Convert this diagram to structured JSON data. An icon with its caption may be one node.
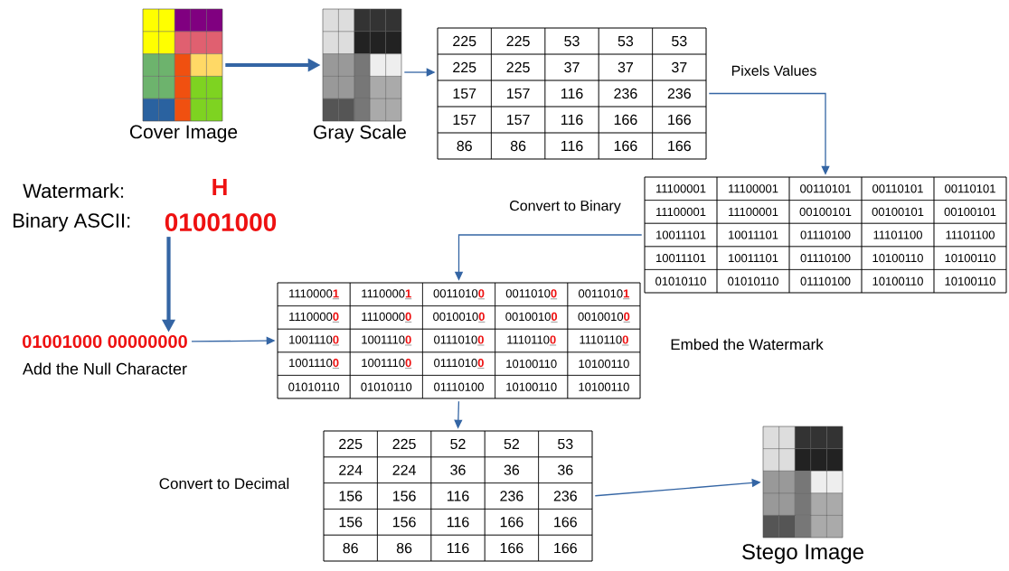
{
  "diagram": {
    "nodes": [
      {
        "text": [],
        "shape": "picture",
        "beside": [
          "Cover Image"
        ]
      },
      {
        "text": [],
        "shape": "picture",
        "beside": [
          "Gray Scale"
        ]
      },
      {
        "text": [
          "225",
          "225",
          "53",
          "53",
          "53",
          "225",
          "225",
          "37",
          "37",
          "37",
          "157",
          "157",
          "116",
          "236",
          "236",
          "157",
          "157",
          "116",
          "166",
          "166",
          "86",
          "86",
          "116",
          "166",
          "166"
        ],
        "beside": [
          "Pixels Values"
        ]
      },
      {
        "text": [
          "11100001",
          "11100001",
          "00110101",
          "00110101",
          "00110101",
          "11100001",
          "11100001",
          "00100101",
          "00100101",
          "00100101",
          "10011101",
          "10011101",
          "01110100",
          "11101100",
          "11101100",
          "10011101",
          "10011101",
          "01110100",
          "10100110",
          "10100110",
          "01010110",
          "01010110",
          "01110100",
          "10100110",
          "10100110"
        ],
        "beside": [
          "Convert to Binary"
        ]
      },
      {
        "text": [
          "01001000"
        ]
      },
      {
        "text": [
          "01001000 00000000"
        ],
        "beside": [
          "Add the Null Character"
        ]
      },
      {
        "text": [
          "1110000**1**",
          "1110000**1**",
          "0011010**0**",
          "0011010**0**",
          "0011010**1**",
          "1110000**0**",
          "1110000**0**",
          "0010010**0**",
          "0010010**0**",
          "0010010**0**",
          "1001110**0**",
          "1001110**0**",
          "0111010**0**",
          "1110110**0**",
          "1110110**0**",
          "1001110**0**",
          "1001110**0**",
          "0111010**0**",
          "10100110",
          "10100110",
          "01010110",
          "01010110",
          "01110100",
          "10100110",
          "10100110"
        ],
        "beside": [
          "Embed the Watermark"
        ]
      },
      {
        "text": [
          "225",
          "225",
          "52",
          "52",
          "53",
          "224",
          "224",
          "36",
          "36",
          "36",
          "156",
          "156",
          "116",
          "236",
          "236",
          "156",
          "156",
          "116",
          "166",
          "166",
          "86",
          "86",
          "116",
          "166",
          "166"
        ],
        "beside": [
          "Convert to Decimal"
        ]
      },
      {
        "text": [],
        "shape": "picture",
        "beside": [
          "Stego Image"
        ]
      }
    ],
    "edges": [
      {
        "from": 0,
        "to": 1,
        "arrow": "to",
        "style": "thick"
      },
      {
        "from": 1,
        "to": 2,
        "arrow": "to"
      },
      {
        "from": 2,
        "to": 3,
        "arrow": "to"
      },
      {
        "from": 3,
        "to": 6,
        "arrow": "to"
      },
      {
        "from": 4,
        "to": 5,
        "arrow": "to",
        "style": "thick"
      },
      {
        "from": 5,
        "to": 6,
        "arrow": "to"
      },
      {
        "from": 6,
        "to": 7,
        "arrow": "to"
      },
      {
        "from": 7,
        "to": 8,
        "arrow": "to"
      }
    ],
    "labels": [
      "Watermark:",
      "H",
      "Binary ASCII:"
    ]
  }
}
